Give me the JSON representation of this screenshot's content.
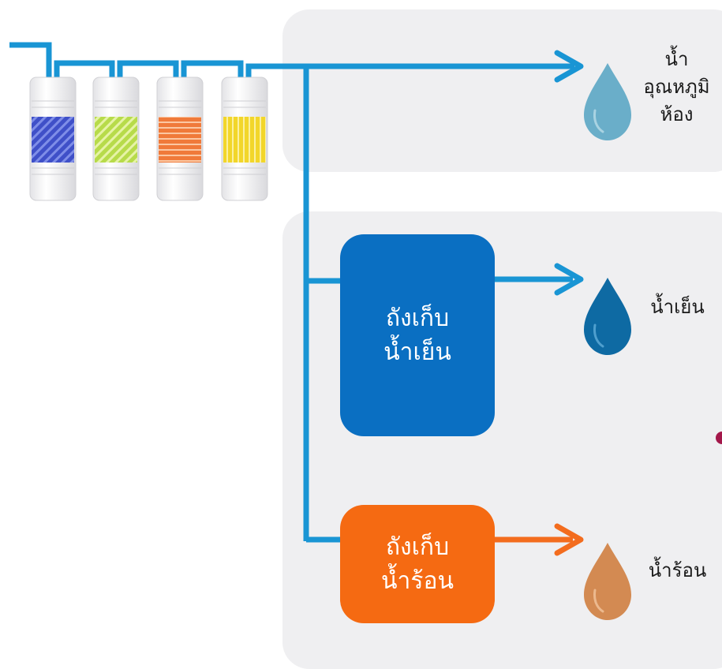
{
  "outputs": {
    "room": {
      "lines": [
        "น้ำ",
        "อุณหภูมิ",
        "ห้อง"
      ],
      "drop_color": "#6aaec9"
    },
    "cold": {
      "label": "น้ำเย็น",
      "drop_color": "#0e6aa3"
    },
    "hot": {
      "label": "น้ำร้อน",
      "drop_color": "#d38a52"
    }
  },
  "tanks": {
    "cold": {
      "lines": [
        "ถังเก็บ",
        "น้ำเย็น"
      ],
      "color": "#0a6fc2"
    },
    "hot": {
      "lines": [
        "ถังเก็บ",
        "น้ำร้อน"
      ],
      "color": "#f56a12"
    }
  },
  "filters": [
    {
      "name": "filter-1",
      "color": "#4b5fd6",
      "pattern": "diagonal"
    },
    {
      "name": "filter-2",
      "color": "#b7db4a",
      "pattern": "diagonal"
    },
    {
      "name": "filter-3",
      "color": "#f07a3a",
      "pattern": "horizontal"
    },
    {
      "name": "filter-4",
      "color": "#f2d62a",
      "pattern": "vertical"
    }
  ],
  "colors": {
    "pipe": "#1995d4",
    "hot_arrow": "#f36c1e",
    "panel": "#efeff1"
  }
}
